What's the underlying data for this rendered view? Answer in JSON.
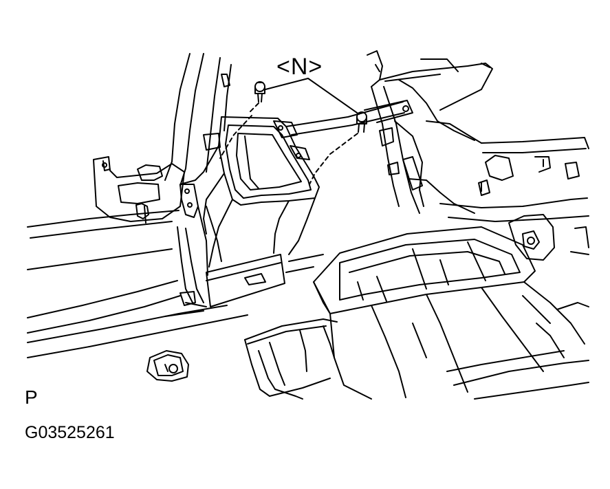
{
  "diagram": {
    "callout_label": "<N>",
    "view_letter": "P",
    "figure_code": "G03525261",
    "line_color": "#000000",
    "background_color": "#ffffff"
  }
}
